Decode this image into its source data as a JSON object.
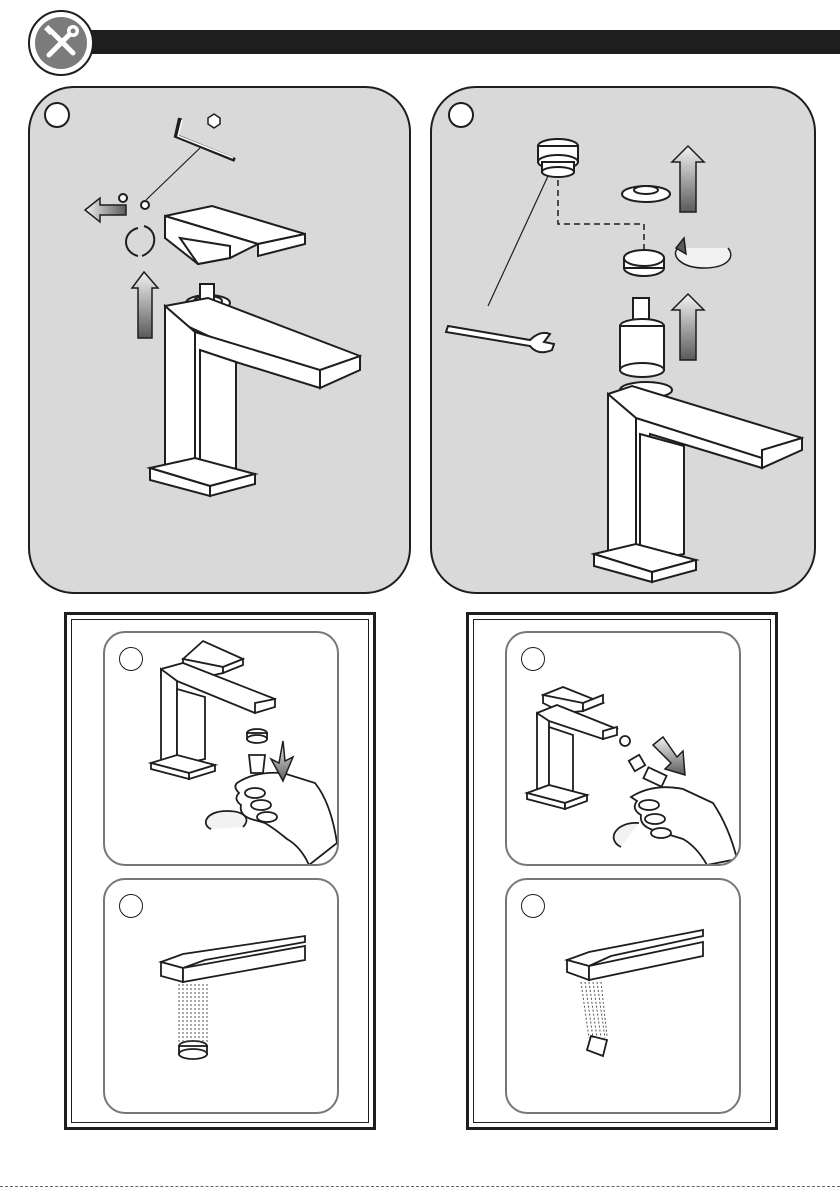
{
  "header": {
    "icon": "wrench-screwdriver-icon",
    "bar_color": "#1e1e1e"
  },
  "steps": [
    {
      "id": "step-1",
      "illustration": "remove-handle"
    },
    {
      "id": "step-2",
      "illustration": "replace-cartridge"
    },
    {
      "id": "step-3",
      "illustration": "unscrew-aerator-basin"
    },
    {
      "id": "step-4",
      "illustration": "flush-basin-spout"
    },
    {
      "id": "step-5",
      "illustration": "unscrew-nozzle-bidet"
    },
    {
      "id": "step-6",
      "illustration": "flush-bidet-spout"
    }
  ],
  "colors": {
    "panel_fill": "#d9d9d9",
    "line": "#1e1e1e",
    "arrow_light": "#f2f2f2",
    "arrow_dark": "#5a5a5a"
  }
}
